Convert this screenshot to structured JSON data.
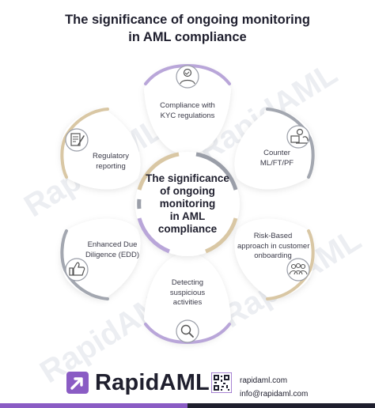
{
  "title": {
    "line1": "The significance of ongoing monitoring",
    "line2": "in AML compliance"
  },
  "center": {
    "line1": "The significance",
    "line2": "of ongoing",
    "line3": "monitoring",
    "line4": "in AML",
    "line5": "compliance"
  },
  "petals": [
    {
      "id": "kyc",
      "icon": "user-check-icon",
      "line1": "Compliance with",
      "line2": "KYC regulations"
    },
    {
      "id": "counter",
      "icon": "computer-worker-icon",
      "line1": "Counter",
      "line2": "ML/FT/PF"
    },
    {
      "id": "risk",
      "icon": "team-icon",
      "line1": "Risk-Based",
      "line2": "approach in customer",
      "line3": "onboarding"
    },
    {
      "id": "detect",
      "icon": "magnifier-icon",
      "line1": "Detecting",
      "line2": "suspicious",
      "line3": "activities"
    },
    {
      "id": "edd",
      "icon": "thumbs-up-icon",
      "line1": "Enhanced Due",
      "line2": "Diligence (EDD)"
    },
    {
      "id": "reg",
      "icon": "document-pen-icon",
      "line1": "Regulatory",
      "line2": "reporting"
    }
  ],
  "watermark": "RapidAML",
  "footer": {
    "brand": "RapidAML",
    "website": "rapidaml.com",
    "email": "info@rapidaml.com"
  },
  "colors": {
    "purple": "#9b7fc4",
    "tan": "#d9c7a4",
    "gray": "#9a9ea8",
    "dark": "#1f1f2e"
  }
}
